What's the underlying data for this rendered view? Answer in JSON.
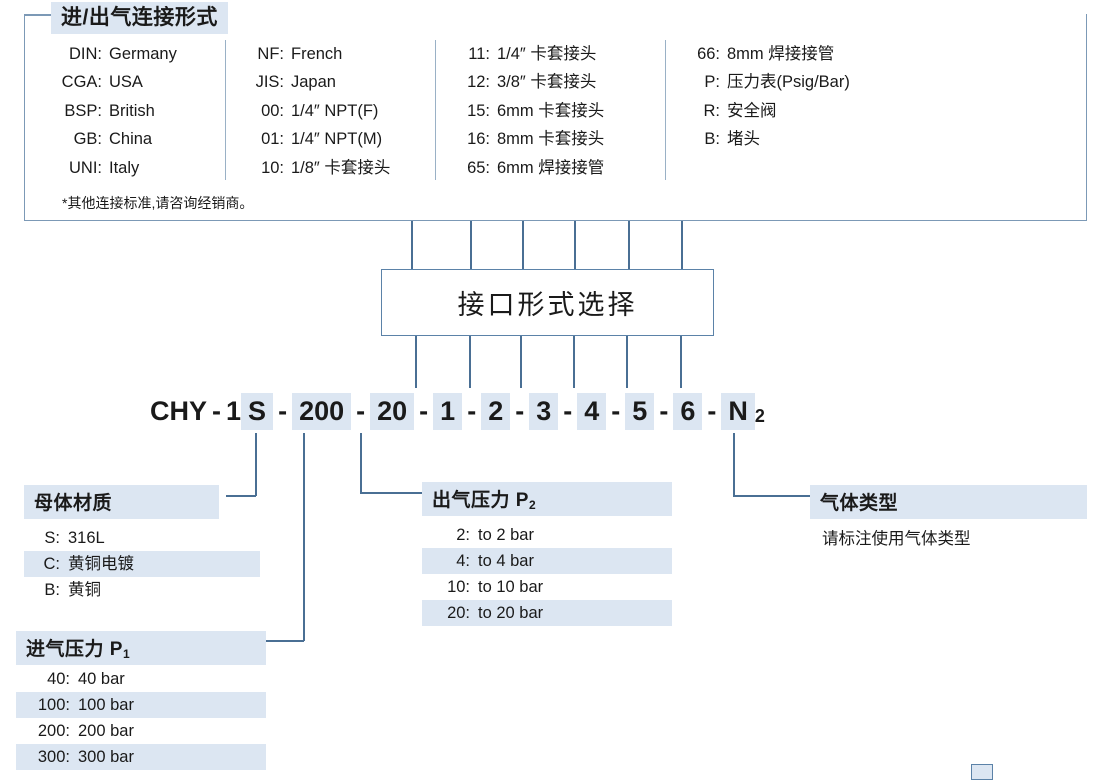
{
  "connection_section": {
    "title": "进/出气连接形式",
    "note": "*其他连接标准,请咨询经销商。",
    "columns": [
      {
        "name": "standards",
        "rows": [
          {
            "key": "DIN:",
            "value": "Germany"
          },
          {
            "key": "CGA:",
            "value": "USA"
          },
          {
            "key": "BSP:",
            "value": "British"
          },
          {
            "key": "GB:",
            "value": "China"
          },
          {
            "key": "UNI:",
            "value": "Italy"
          }
        ]
      },
      {
        "name": "threads",
        "rows": [
          {
            "key": "NF:",
            "value": "French"
          },
          {
            "key": "JIS:",
            "value": "Japan"
          },
          {
            "key": "00:",
            "value": "1/4″  NPT(F)"
          },
          {
            "key": "01:",
            "value": "1/4″  NPT(M)"
          },
          {
            "key": "10:",
            "value": "1/8″  卡套接头"
          }
        ]
      },
      {
        "name": "ferrule-fittings",
        "rows": [
          {
            "key": "11:",
            "value": "1/4″  卡套接头"
          },
          {
            "key": "12:",
            "value": "3/8″  卡套接头"
          },
          {
            "key": "15:",
            "value": "6mm 卡套接头"
          },
          {
            "key": "16:",
            "value": "8mm 卡套接头"
          },
          {
            "key": "65:",
            "value": "6mm 焊接接管"
          }
        ]
      },
      {
        "name": "accessories",
        "rows": [
          {
            "key": "66:",
            "value": "8mm 焊接接管"
          },
          {
            "key": "P:",
            "value": "压力表(Psig/Bar)"
          },
          {
            "key": "R:",
            "value": "安全阀"
          },
          {
            "key": "B:",
            "value": "堵头"
          }
        ]
      }
    ]
  },
  "center_box": {
    "label": "接口形式选择"
  },
  "model_code": {
    "tokens": [
      {
        "text": "CHY",
        "highlight": false
      },
      {
        "text": "-",
        "separator": true
      },
      {
        "text": "1",
        "highlight": false
      },
      {
        "text": "S",
        "highlight": true
      },
      {
        "text": "-",
        "separator": true
      },
      {
        "text": "200",
        "highlight": true
      },
      {
        "text": "-",
        "separator": true
      },
      {
        "text": "20",
        "highlight": true
      },
      {
        "text": "-",
        "separator": true
      },
      {
        "text": "1",
        "highlight": true
      },
      {
        "text": "-",
        "separator": true
      },
      {
        "text": "2",
        "highlight": true
      },
      {
        "text": "-",
        "separator": true
      },
      {
        "text": "3",
        "highlight": true
      },
      {
        "text": "-",
        "separator": true
      },
      {
        "text": "4",
        "highlight": true
      },
      {
        "text": "-",
        "separator": true
      },
      {
        "text": "5",
        "highlight": true
      },
      {
        "text": "-",
        "separator": true
      },
      {
        "text": "6",
        "highlight": true
      },
      {
        "text": "-",
        "separator": true
      },
      {
        "text": "N",
        "highlight": true
      },
      {
        "text": "2",
        "subscript": true
      }
    ],
    "full_text": "CHY - 1S -200- 20 - 1 - 2 - 3 - 4 - 5 - 6 - N2"
  },
  "body_material": {
    "title": "母体材质",
    "options": [
      {
        "key": "S:",
        "value": "316L",
        "highlight": false
      },
      {
        "key": "C:",
        "value": "黄铜电镀",
        "highlight": true
      },
      {
        "key": "B:",
        "value": "黄铜",
        "highlight": false
      }
    ]
  },
  "inlet_pressure": {
    "title_text": "进气压力 P",
    "title_sub": "1",
    "options": [
      {
        "key": "40:",
        "value": "40 bar",
        "highlight": false
      },
      {
        "key": "100:",
        "value": "100 bar",
        "highlight": true
      },
      {
        "key": "200:",
        "value": "200 bar",
        "highlight": false
      },
      {
        "key": "300:",
        "value": "300 bar",
        "highlight": true
      }
    ]
  },
  "outlet_pressure": {
    "title_text": "出气压力 P",
    "title_sub": "2",
    "options": [
      {
        "key": "2:",
        "value": "to 2 bar",
        "highlight": false
      },
      {
        "key": "4:",
        "value": "to 4 bar",
        "highlight": true
      },
      {
        "key": "10:",
        "value": "to 10 bar",
        "highlight": false
      },
      {
        "key": "20:",
        "value": "to 20 bar",
        "highlight": true
      }
    ]
  },
  "gas_type": {
    "title": "气体类型",
    "note": "请标注使用气体类型"
  },
  "colors": {
    "highlight_band": "#dce6f2",
    "line": "#4a6f94",
    "box_border": "#5b82a8",
    "top_box_border": "#7c99b6",
    "text": "#1a1a1a"
  }
}
